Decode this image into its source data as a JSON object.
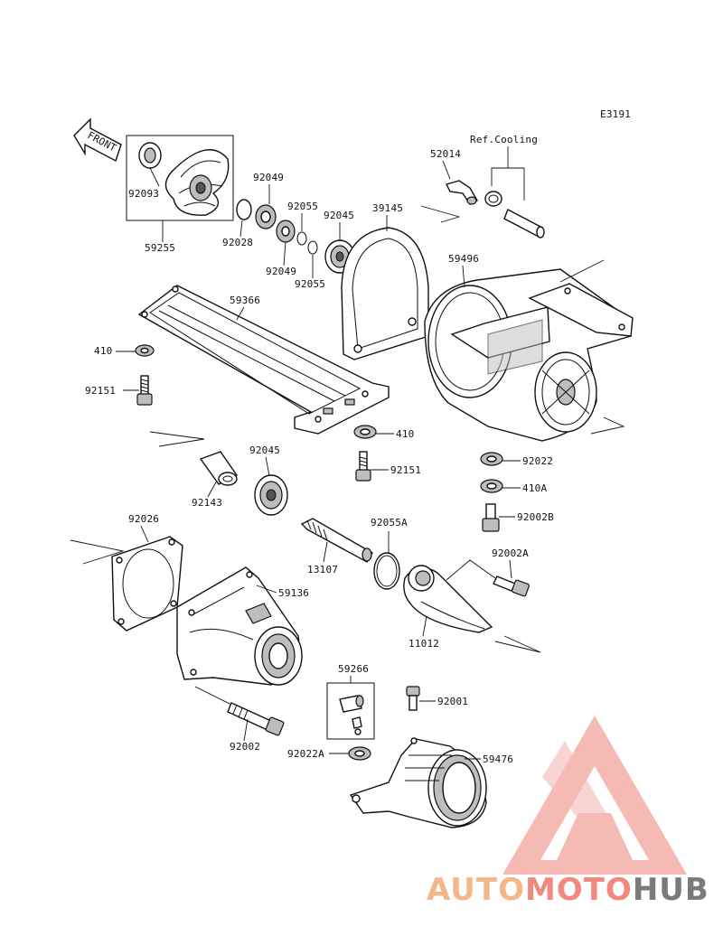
{
  "diagram_code": "E3191",
  "front_label": "FRONT",
  "ref_label": "Ref.Cooling",
  "parts": {
    "p52014": "52014",
    "p92049a": "92049",
    "p92055a": "92055",
    "p92045a": "92045",
    "p39145": "39145",
    "p92093": "92093",
    "p59255": "59255",
    "p92028": "92028",
    "p92049b": "92049",
    "p92055b": "92055",
    "p59496": "59496",
    "p59366": "59366",
    "p410a": "410",
    "p92151a": "92151",
    "p410b": "410",
    "p92151b": "92151",
    "p92022": "92022",
    "p410A": "410A",
    "p92002B": "92002B",
    "p92045b": "92045",
    "p92143": "92143",
    "p92026": "92026",
    "p92055A": "92055A",
    "p92002A": "92002A",
    "p13107": "13107",
    "p59136": "59136",
    "p11012": "11012",
    "p59266": "59266",
    "p92001": "92001",
    "p92002": "92002",
    "p92022A": "92022A",
    "p59476": "59476"
  },
  "watermark": {
    "part1": "AUTO",
    "part2": "MOTO",
    "part3": "HUB",
    "color1": "#f5b78a",
    "color2": "#f08a80",
    "color3": "#7a7a7a"
  }
}
